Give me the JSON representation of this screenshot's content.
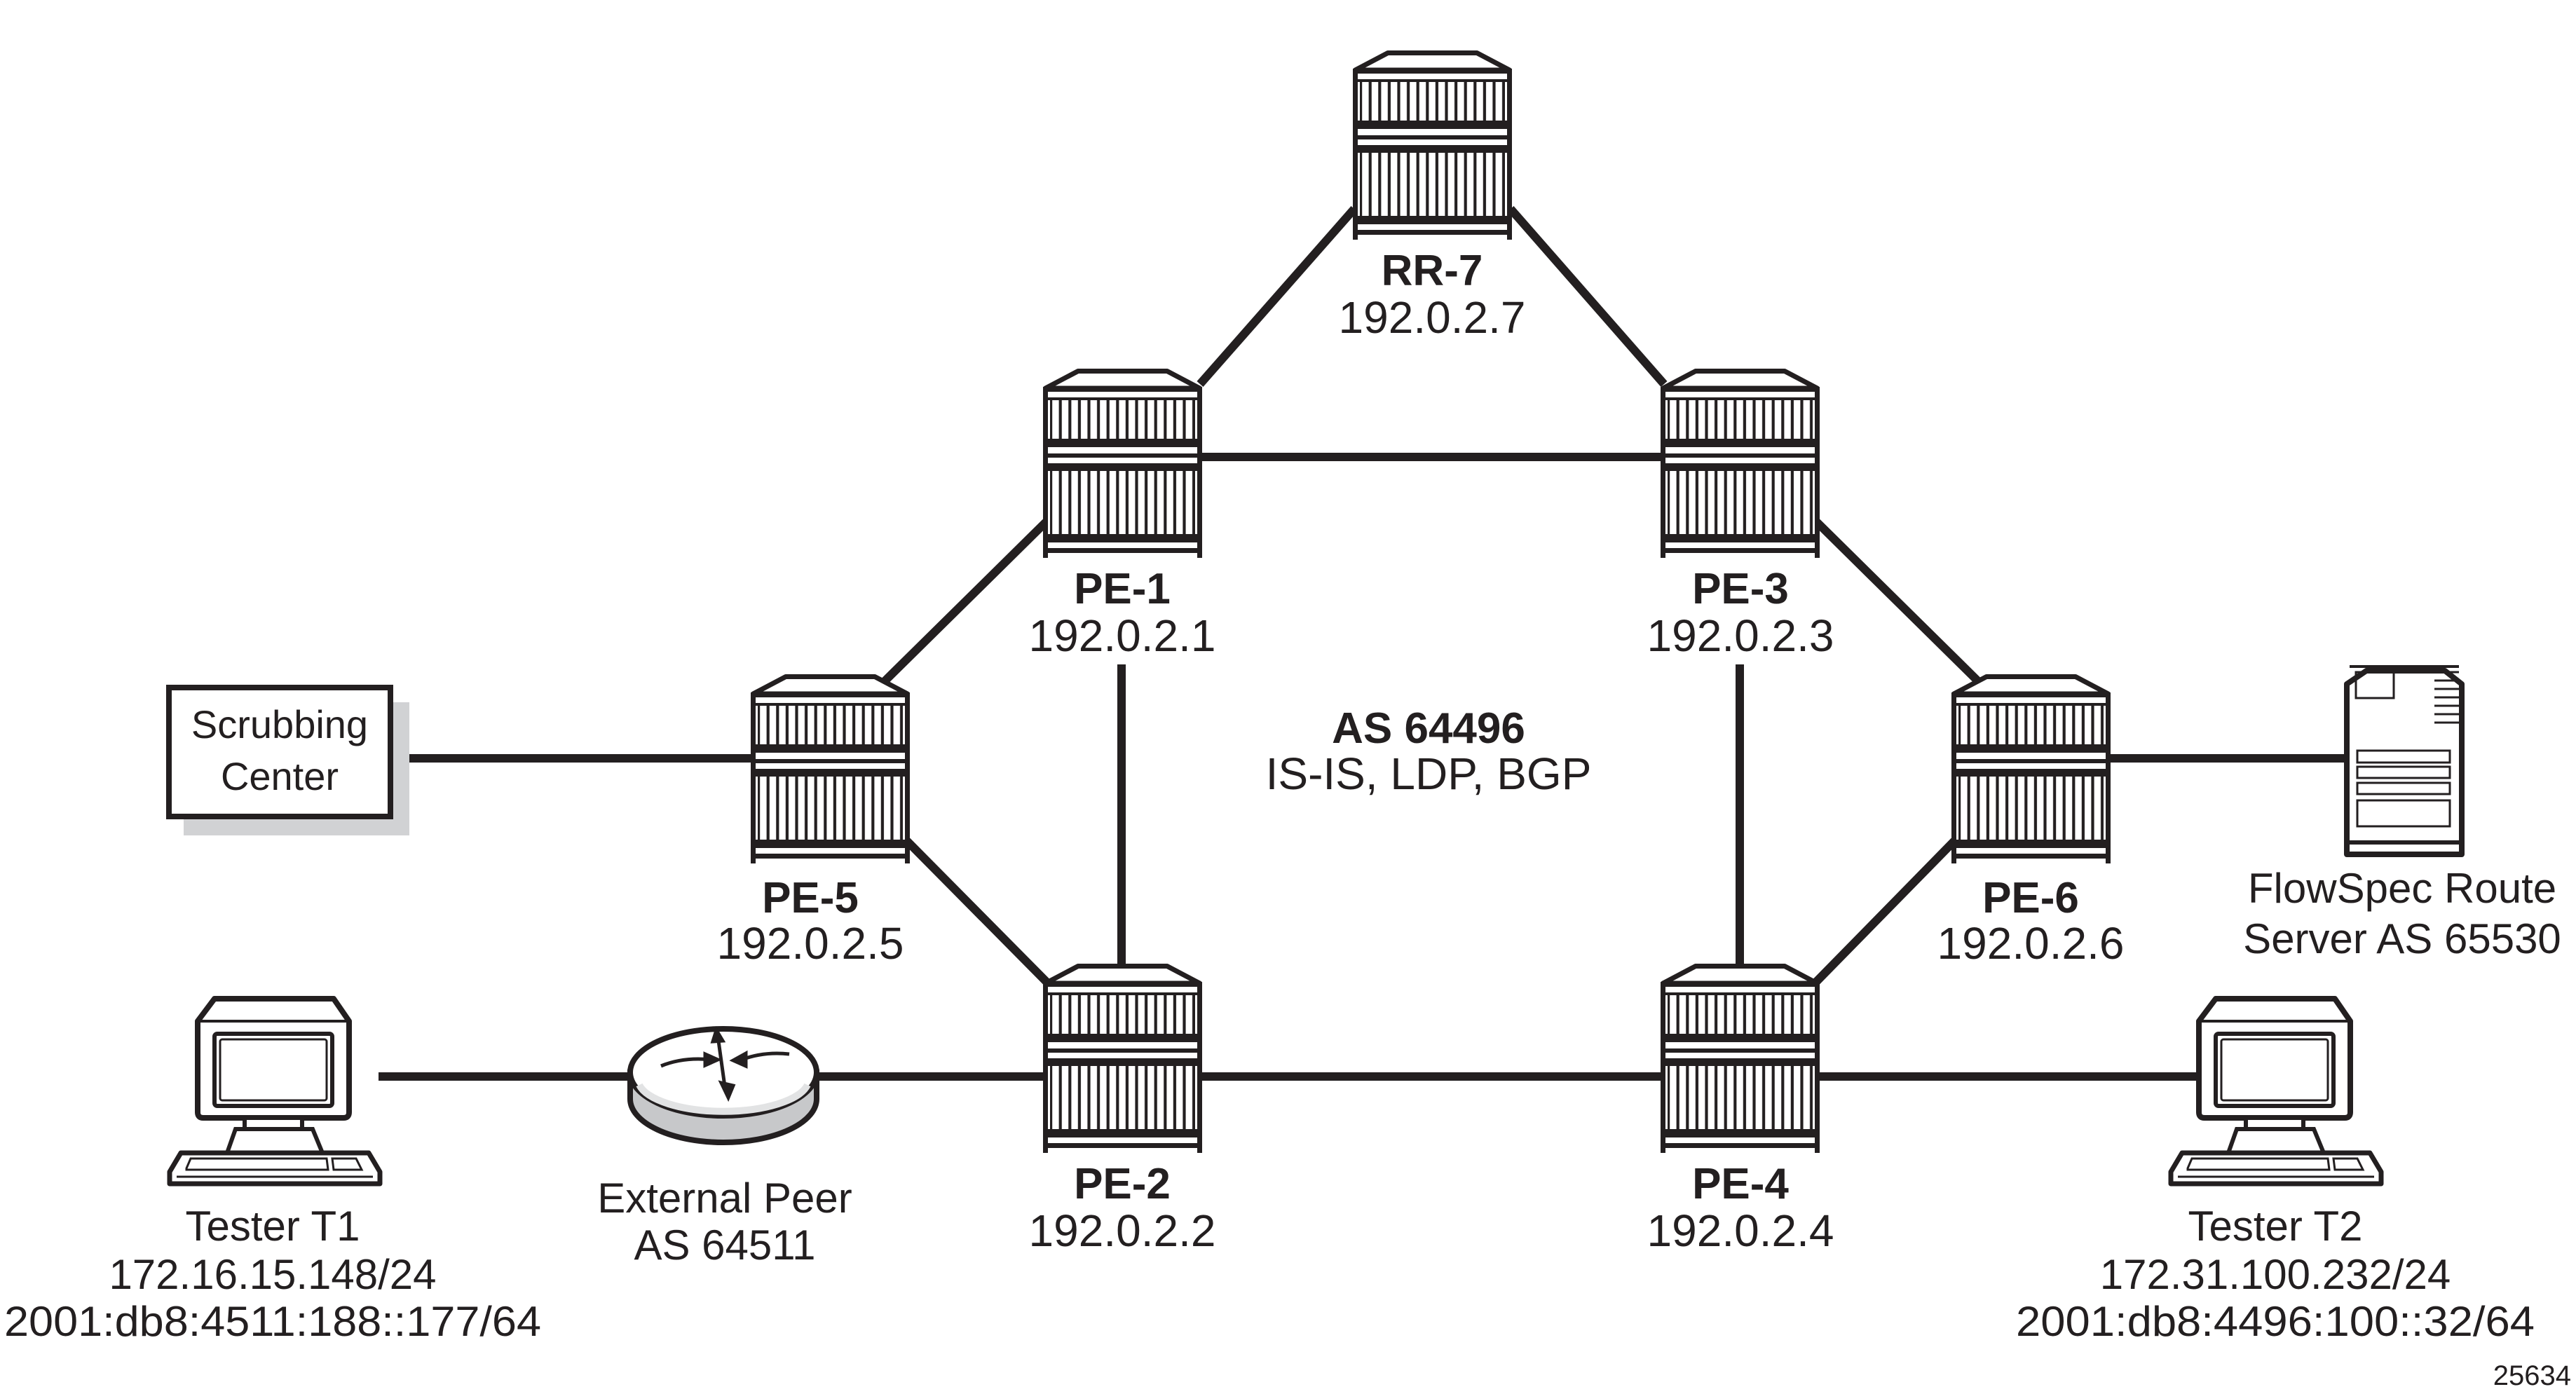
{
  "routers": [
    {
      "id": "rr7",
      "name": "RR-7",
      "ip": "192.0.2.7"
    },
    {
      "id": "pe1",
      "name": "PE-1",
      "ip": "192.0.2.1"
    },
    {
      "id": "pe2",
      "name": "PE-2",
      "ip": "192.0.2.2"
    },
    {
      "id": "pe3",
      "name": "PE-3",
      "ip": "192.0.2.3"
    },
    {
      "id": "pe4",
      "name": "PE-4",
      "ip": "192.0.2.4"
    },
    {
      "id": "pe5",
      "name": "PE-5",
      "ip": "192.0.2.5"
    },
    {
      "id": "pe6",
      "name": "PE-6",
      "ip": "192.0.2.6"
    }
  ],
  "as_domain": {
    "title": "AS 64496",
    "protocols": "IS-IS, LDP, BGP"
  },
  "scrubbing_center": {
    "line1": "Scrubbing",
    "line2": "Center"
  },
  "route_server": {
    "line1": "FlowSpec Route",
    "line2": "Server AS 65530"
  },
  "external_peer": {
    "line1": "External Peer",
    "line2": "AS 64511"
  },
  "tester_t1": {
    "name": "Tester T1",
    "ipv4": "172.16.15.148/24",
    "ipv6": "2001:db8:4511:188::177/64"
  },
  "tester_t2": {
    "name": "Tester T2",
    "ipv4": "172.31.100.232/24",
    "ipv6": "2001:db8:4496:100::32/64"
  },
  "figure_number": "25634",
  "colors": {
    "line": "#231f20",
    "shadow": "#d1d2d4",
    "cylinder_body": "#c7c8ca",
    "cylinder_ring": "#e2e3e4"
  },
  "icons": {
    "router": "router-chassis-icon",
    "pc": "desktop-computer-icon",
    "server": "server-tower-icon",
    "edge_router": "edge-router-icon"
  }
}
